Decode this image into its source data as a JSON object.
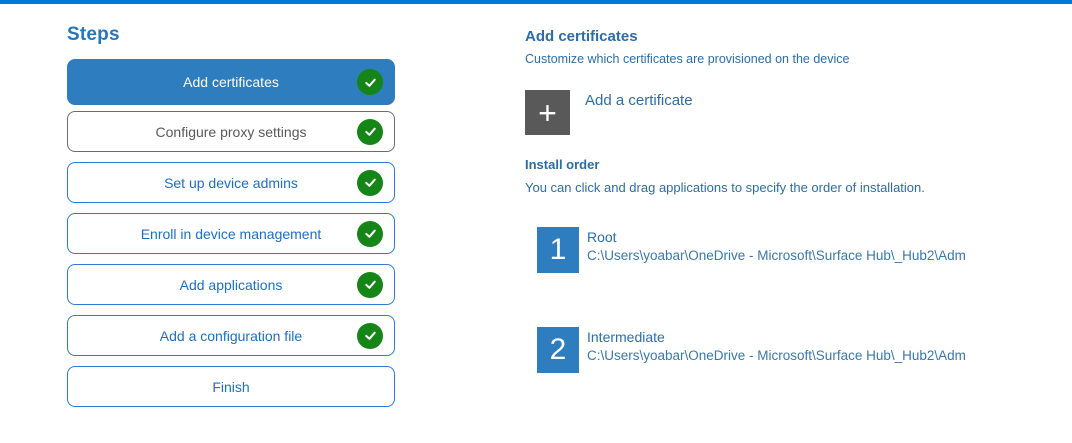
{
  "colors": {
    "accent_bar": "#0078d7",
    "selected_step_fill": "#2e7dbf",
    "step_border_blue": "#2b7cd3",
    "step_border_gray": "#6b6b6b",
    "check_green": "#148516",
    "panel_text_blue": "#2b6da9",
    "add_button_gray": "#595959"
  },
  "sidebar": {
    "title": "Steps",
    "steps": [
      {
        "label": "Add certificates",
        "state": "selected",
        "completed": true
      },
      {
        "label": "Configure proxy settings",
        "state": "muted",
        "completed": true
      },
      {
        "label": "Set up device admins",
        "state": "default",
        "completed": true
      },
      {
        "label": "Enroll in device management",
        "state": "default",
        "completed": true
      },
      {
        "label": "Add applications",
        "state": "default",
        "completed": true
      },
      {
        "label": "Add a configuration file",
        "state": "default",
        "completed": true
      },
      {
        "label": "Finish",
        "state": "default",
        "completed": false
      }
    ]
  },
  "main": {
    "heading": "Add certificates",
    "description": "Customize which certificates are provisioned on the device",
    "add_button": {
      "icon": "plus-icon",
      "glyph": "+",
      "label": "Add a certificate"
    },
    "install_order": {
      "heading": "Install order",
      "description": "You can click and drag applications to specify the order of installation.",
      "items": [
        {
          "order": "1",
          "name": "Root",
          "path": "C:\\Users\\yoabar\\OneDrive - Microsoft\\Surface Hub\\_Hub2\\Adm"
        },
        {
          "order": "2",
          "name": "Intermediate",
          "path": "C:\\Users\\yoabar\\OneDrive - Microsoft\\Surface Hub\\_Hub2\\Adm"
        }
      ]
    }
  }
}
